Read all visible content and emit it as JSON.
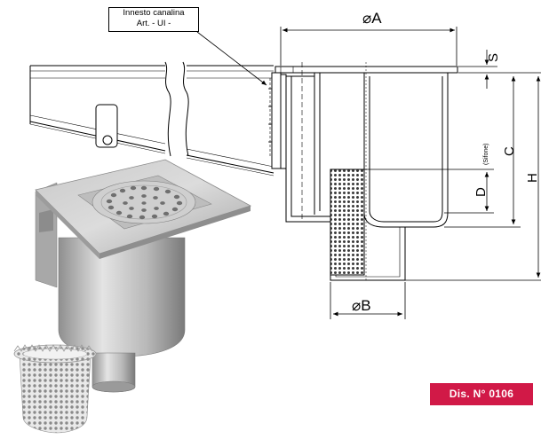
{
  "callout": {
    "line1": "Innesto canalina",
    "line2": "Art. - UI -"
  },
  "dimensions": {
    "A": "⌀A",
    "B": "⌀B",
    "S": "S",
    "C": "C",
    "H": "H",
    "D": "D",
    "sifone": "(Sifone)"
  },
  "badge": {
    "label": "Dis. N°  0106",
    "color": "#d11947"
  },
  "photos": {
    "drain": "floor-drain-photo",
    "basket": "strainer-basket-photo"
  }
}
